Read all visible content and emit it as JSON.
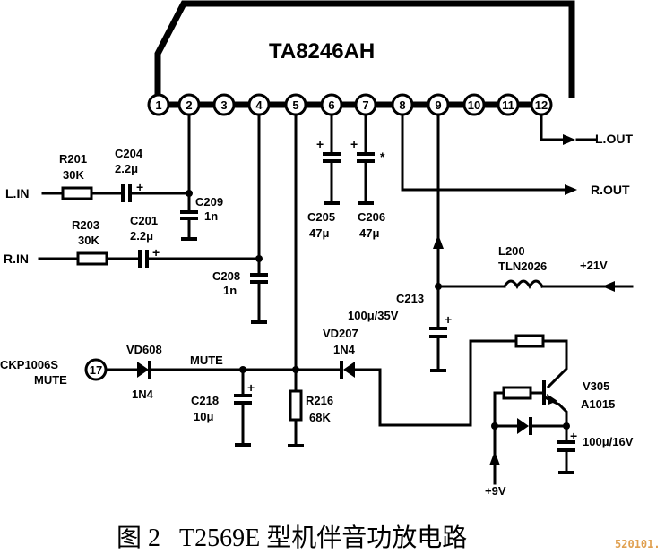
{
  "ic": {
    "name": "TA8246AH",
    "pins": [
      "1",
      "2",
      "3",
      "4",
      "5",
      "6",
      "7",
      "8",
      "9",
      "10",
      "11",
      "12"
    ]
  },
  "inputs": {
    "left_in": "L.IN",
    "right_in": "R.IN"
  },
  "outputs": {
    "left_out": "L.OUT",
    "right_out": "R.OUT"
  },
  "components": {
    "r201": {
      "ref": "R201",
      "value": "30K"
    },
    "r203": {
      "ref": "R203",
      "value": "30K"
    },
    "c204": {
      "ref": "C204",
      "value": "2.2μ"
    },
    "c201": {
      "ref": "C201",
      "value": "2.2μ"
    },
    "c209": {
      "ref": "C209",
      "value": "1n"
    },
    "c208": {
      "ref": "C208",
      "value": "1n"
    },
    "c205": {
      "ref": "C205",
      "value": "47μ"
    },
    "c206": {
      "ref": "C206",
      "value": "47μ",
      "mark": "*"
    },
    "l200": {
      "ref": "L200",
      "value": "TLN2026"
    },
    "c213": {
      "ref": "C213",
      "value": "100μ/35V"
    },
    "vd608": {
      "ref": "VD608",
      "value": "1N4"
    },
    "vd207": {
      "ref": "VD207",
      "value": "1N4"
    },
    "c218": {
      "ref": "C218",
      "value": "10μ"
    },
    "r216": {
      "ref": "R216",
      "value": "68K"
    },
    "v305": {
      "ref": "V305",
      "value": "A1015"
    },
    "c_out": {
      "value": "100μ/16V"
    }
  },
  "supplies": {
    "plus21v": "+21V",
    "plus9v": "+9V"
  },
  "mute": {
    "source_label_1": "CKP1006S",
    "source_label_2": "MUTE",
    "connector_pin": "17",
    "net_label": "MUTE"
  },
  "polarity_mark": "+",
  "caption": "图 2   T2569E 型机伴音功放电路",
  "watermark": {
    "text": "520101.",
    "color": "#e0a050"
  }
}
